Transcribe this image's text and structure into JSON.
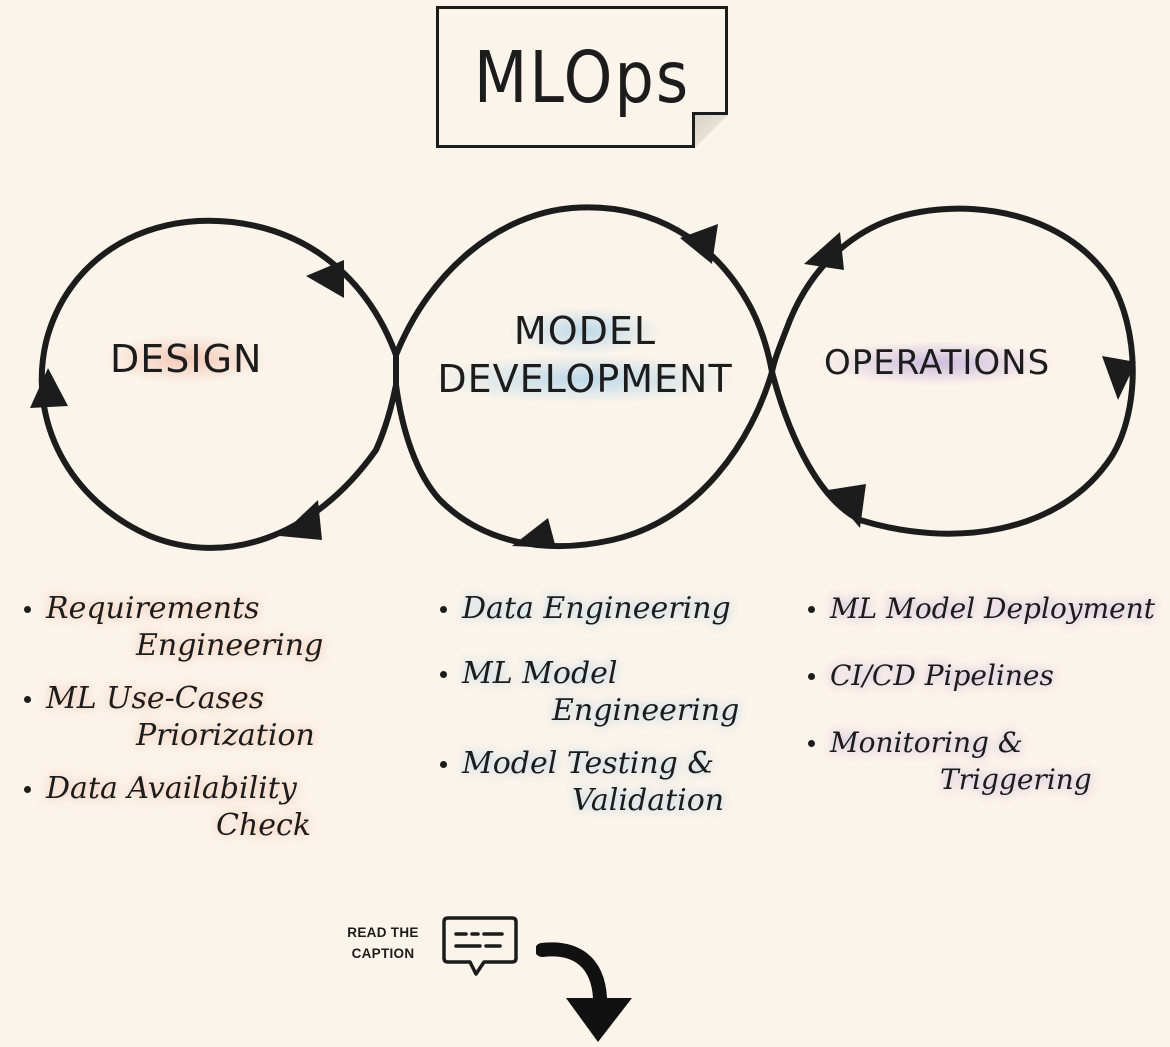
{
  "title": "MLOps",
  "phases": {
    "design": "DESIGN",
    "model": {
      "line1": "MODEL",
      "line2": "DEVELOPMENT"
    },
    "operations": "OPERATIONS"
  },
  "lists": {
    "design": [
      {
        "l1": "Requirements",
        "l2": "Engineering"
      },
      {
        "l1": "ML Use-Cases",
        "l2": "Priorization"
      },
      {
        "l1": "Data Availability",
        "l2": "Check"
      }
    ],
    "model": [
      {
        "l1": "Data Engineering",
        "l2": ""
      },
      {
        "l1": "ML Model",
        "l2": "Engineering"
      },
      {
        "l1": "Model Testing &",
        "l2": "Validation"
      }
    ],
    "operations": [
      {
        "l1": "ML Model Deployment",
        "l2": ""
      },
      {
        "l1": "CI/CD Pipelines",
        "l2": ""
      },
      {
        "l1": "Monitoring &",
        "l2": "Triggering"
      }
    ]
  },
  "caption": {
    "line1": "READ THE",
    "line2": "CAPTION"
  },
  "colors": {
    "background": "#fbf4ea",
    "ink": "#1c1c1c",
    "design_highlight": "#eea58c",
    "model_highlight": "#96c8eb",
    "operations_highlight": "#af96d7"
  },
  "icons": [
    "chat-bubble-icon",
    "curved-arrow-down-icon"
  ]
}
